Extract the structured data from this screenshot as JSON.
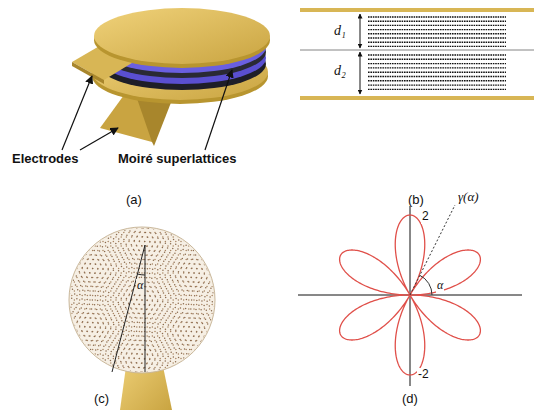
{
  "diagram": {
    "labels": [
      "Electrodes",
      "Moiré superlattices",
      "(a)",
      "d₁",
      "d₂",
      "(b)",
      "α",
      "(c)",
      "2",
      "γ(α)",
      "α",
      "-2",
      "(d)"
    ]
  }
}
